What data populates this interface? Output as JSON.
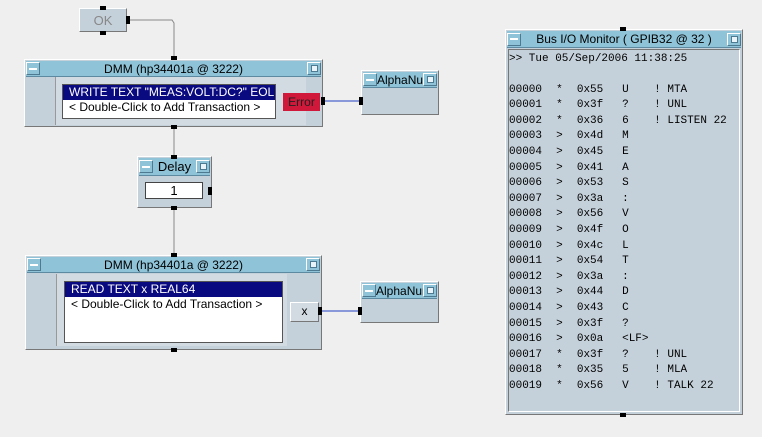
{
  "ok_button": {
    "label": "OK"
  },
  "dmm_write": {
    "title": "DMM (hp34401a @ 3222)",
    "transactions": [
      "WRITE TEXT \"MEAS:VOLT:DC?\" EOL",
      "< Double-Click to Add Transaction >"
    ],
    "error_terminal": "Error"
  },
  "alpha1": {
    "title": "AlphaNumeric"
  },
  "delay": {
    "title": "Delay",
    "value": "1"
  },
  "dmm_read": {
    "title": "DMM (hp34401a @ 3222)",
    "transactions": [
      "READ TEXT x REAL64",
      "< Double-Click to Add Transaction >"
    ],
    "output_terminal": "x"
  },
  "alpha2": {
    "title": "AlphaNumeric"
  },
  "monitor": {
    "title": "Bus I/O Monitor ( GPIB32 @ 32 )",
    "header": ">> Tue 05/Sep/2006 11:38:25",
    "rows": [
      [
        "00000",
        "*",
        "0x55",
        "U",
        "! MTA"
      ],
      [
        "00001",
        "*",
        "0x3f",
        "?",
        "! UNL"
      ],
      [
        "00002",
        "*",
        "0x36",
        "6",
        "! LISTEN 22"
      ],
      [
        "00003",
        ">",
        "0x4d",
        "M",
        ""
      ],
      [
        "00004",
        ">",
        "0x45",
        "E",
        ""
      ],
      [
        "00005",
        ">",
        "0x41",
        "A",
        ""
      ],
      [
        "00006",
        ">",
        "0x53",
        "S",
        ""
      ],
      [
        "00007",
        ">",
        "0x3a",
        ":",
        ""
      ],
      [
        "00008",
        ">",
        "0x56",
        "V",
        ""
      ],
      [
        "00009",
        ">",
        "0x4f",
        "O",
        ""
      ],
      [
        "00010",
        ">",
        "0x4c",
        "L",
        ""
      ],
      [
        "00011",
        ">",
        "0x54",
        "T",
        ""
      ],
      [
        "00012",
        ">",
        "0x3a",
        ":",
        ""
      ],
      [
        "00013",
        ">",
        "0x44",
        "D",
        ""
      ],
      [
        "00014",
        ">",
        "0x43",
        "C",
        ""
      ],
      [
        "00015",
        ">",
        "0x3f",
        "?",
        ""
      ],
      [
        "00016",
        ">",
        "0x0a",
        "<LF>",
        ""
      ],
      [
        "00017",
        "*",
        "0x3f",
        "?",
        "! UNL"
      ],
      [
        "00018",
        "*",
        "0x35",
        "5",
        "! MLA"
      ],
      [
        "00019",
        "*",
        "0x56",
        "V",
        "! TALK 22"
      ]
    ]
  },
  "colors": {
    "error": "#d0183a",
    "title_bar": "#8fc3d8",
    "selection": "#0a0a80"
  }
}
